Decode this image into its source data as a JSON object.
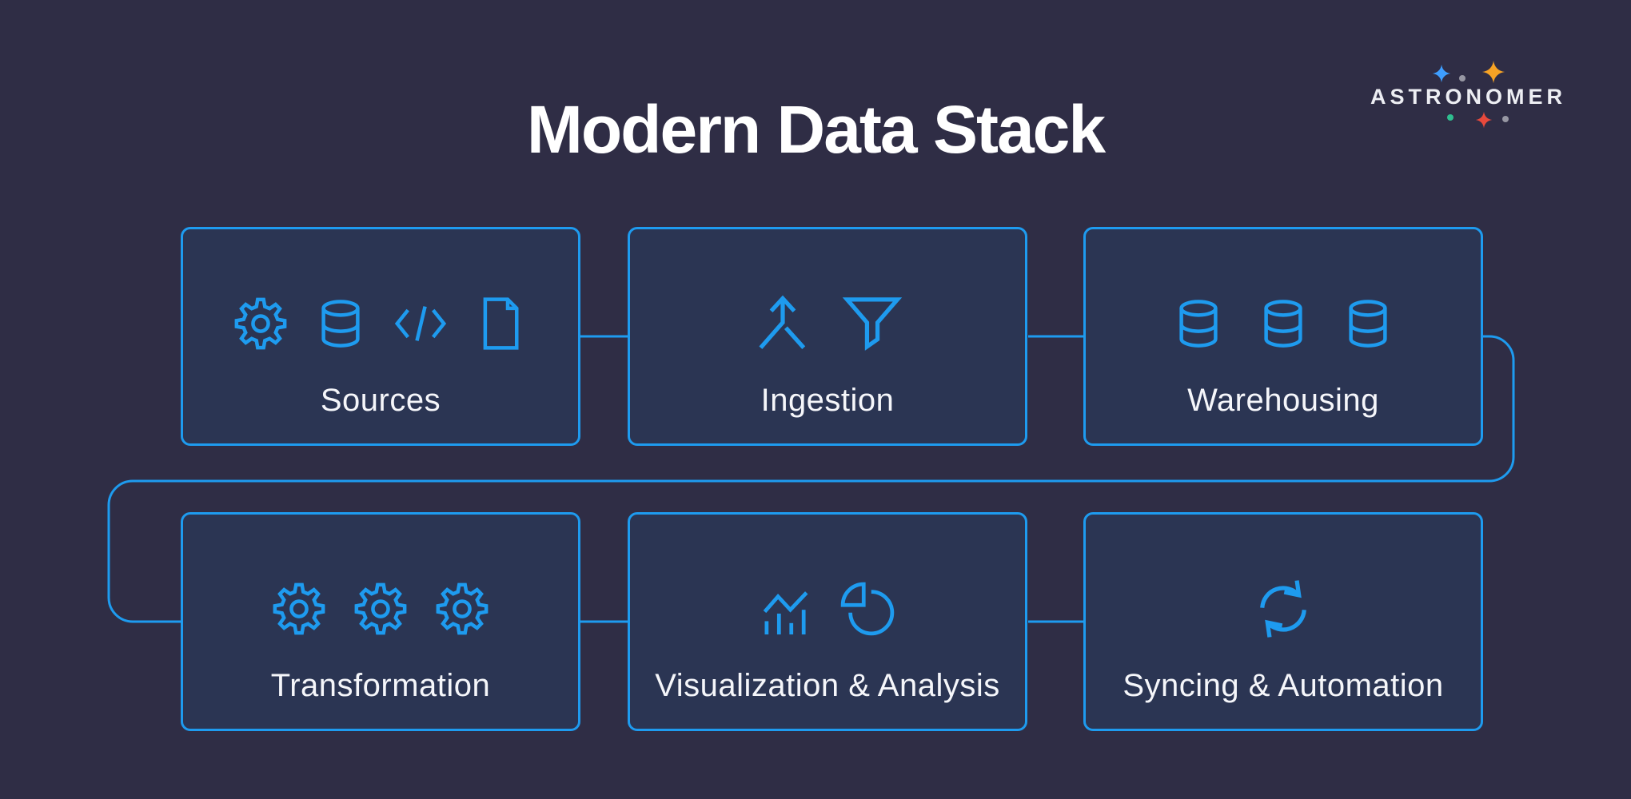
{
  "title": "Modern Data Stack",
  "logo": {
    "wordmark": "ASTRONOMER",
    "stars": [
      {
        "name": "star-blue",
        "color": "#3E9EFF"
      },
      {
        "name": "dot-gray",
        "color": "#9797A3"
      },
      {
        "name": "star-orange",
        "color": "#F7A325"
      },
      {
        "name": "dot-green",
        "color": "#2FBE8F"
      },
      {
        "name": "star-red",
        "color": "#E8493C"
      },
      {
        "name": "dot-gray-2",
        "color": "#9797A3"
      }
    ]
  },
  "colors": {
    "background": "#2F2D45",
    "box_fill": "#2B3553",
    "accent_blue": "#1E9BEF",
    "text": "#F5F6FA"
  },
  "boxes": [
    {
      "id": "sources",
      "label": "Sources",
      "icons": [
        "gear-icon",
        "database-icon",
        "code-icon",
        "document-icon"
      ]
    },
    {
      "id": "ingestion",
      "label": "Ingestion",
      "icons": [
        "merge-arrow-icon",
        "funnel-icon"
      ]
    },
    {
      "id": "warehousing",
      "label": "Warehousing",
      "icons": [
        "database-icon",
        "database-icon",
        "database-icon"
      ]
    },
    {
      "id": "transformation",
      "label": "Transformation",
      "icons": [
        "gear-icon",
        "gear-icon",
        "gear-icon"
      ]
    },
    {
      "id": "visualization",
      "label": "Visualization & Analysis",
      "icons": [
        "bar-chart-icon",
        "pie-chart-icon"
      ]
    },
    {
      "id": "syncing",
      "label": "Syncing & Automation",
      "icons": [
        "sync-arrows-icon"
      ]
    }
  ]
}
